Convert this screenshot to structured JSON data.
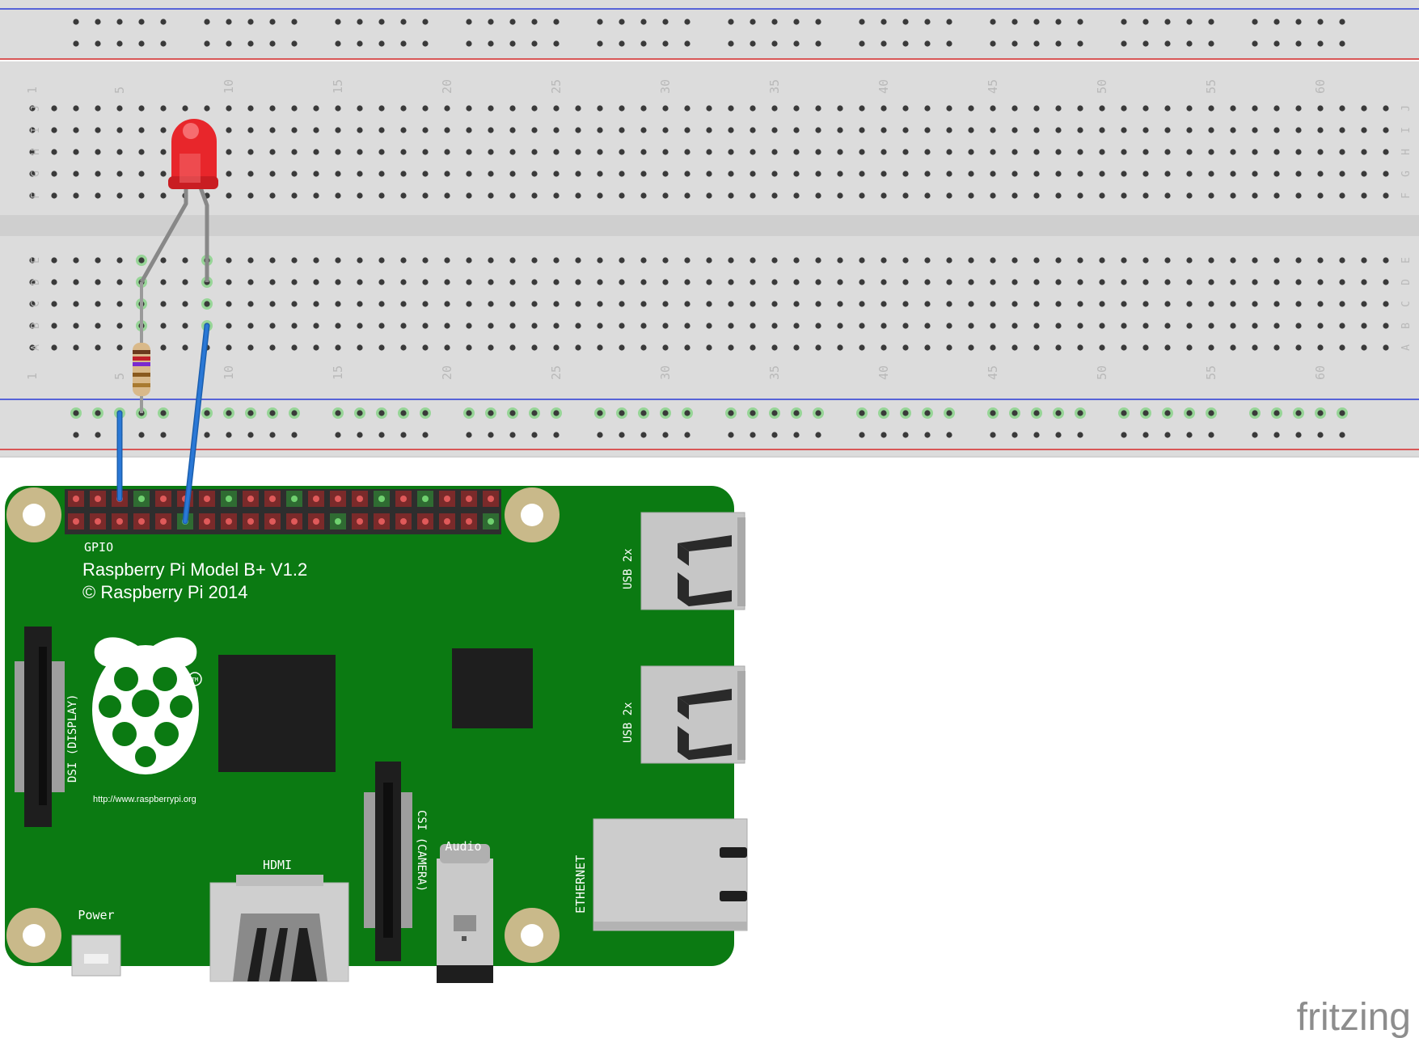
{
  "breadboard": {
    "column_labels": [
      "1",
      "5",
      "10",
      "15",
      "20",
      "25",
      "30",
      "35",
      "40",
      "45",
      "50",
      "55",
      "60"
    ],
    "row_labels_top": [
      "J",
      "I",
      "H",
      "G",
      "F"
    ],
    "row_labels_bottom": [
      "E",
      "D",
      "C",
      "B",
      "A"
    ],
    "colors": {
      "board": "#d9d9d9",
      "hole": "#3a3a3a",
      "active_hole": "#5fcf5f",
      "rail_blue": "#2b3cd6",
      "rail_red": "#d62b2b"
    }
  },
  "components": {
    "led_color": "#e8262b",
    "resistor_color": "#d9b98a",
    "wire_color": "#2a78d6"
  },
  "pi": {
    "board_color": "#0b7a12",
    "gpio_label": "GPIO",
    "model_line": "Raspberry Pi Model B+ V1.2",
    "copyright_line": "© Raspberry Pi 2014",
    "url": "http://www.raspberrypi.org",
    "trademark": "TM",
    "dsi_label": "DSI (DISPLAY)",
    "csi_label": "CSI (CAMERA)",
    "hdmi_label": "HDMI",
    "audio_label": "Audio",
    "power_label": "Power",
    "usb_label_1": "USB 2x",
    "usb_label_2": "USB 2x",
    "ethernet_label": "ETHERNET"
  },
  "watermark": "fritzing"
}
